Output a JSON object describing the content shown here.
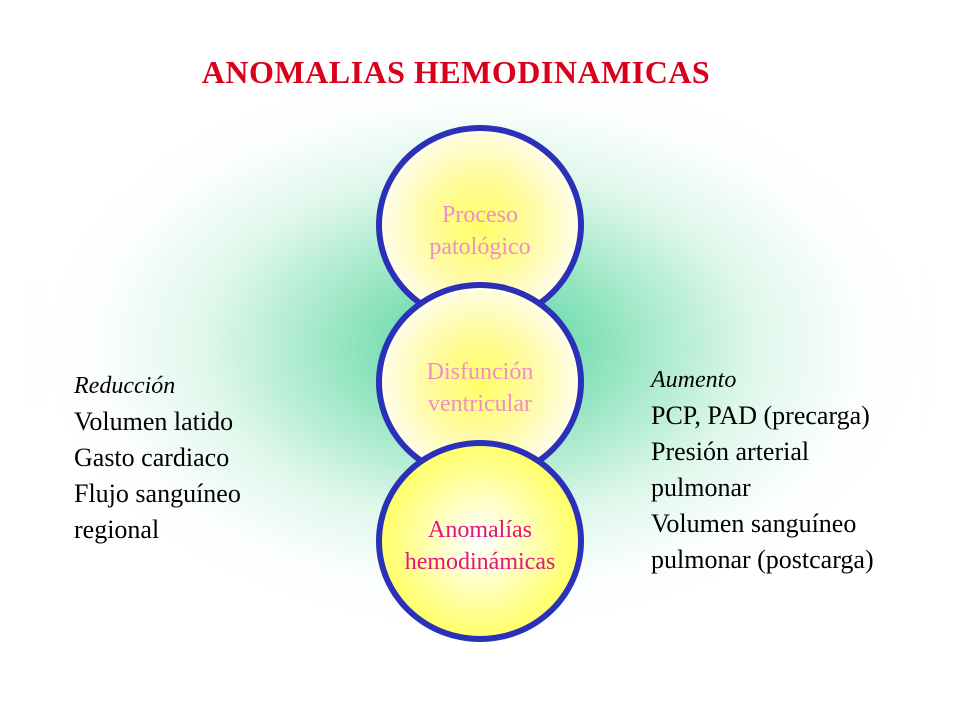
{
  "slide": {
    "title": "ANOMALIAS HEMODINAMICAS",
    "title_color": "#d9001b"
  },
  "circles": [
    {
      "lines": [
        "Proceso",
        "patológico"
      ]
    },
    {
      "lines": [
        "Disfunción",
        "ventricular"
      ]
    },
    {
      "lines": [
        "Anomalías",
        "hemodinámicas"
      ]
    }
  ],
  "left": {
    "heading": "Reducción",
    "lines": [
      "Volumen latido",
      "Gasto cardiaco",
      "Flujo sanguíneo",
      "regional"
    ]
  },
  "right": {
    "heading": "Aumento",
    "lines": [
      "PCP, PAD (precarga)",
      "Presión arterial",
      "pulmonar",
      "Volumen sanguíneo",
      "pulmonar (postcarga)"
    ]
  },
  "colors": {
    "circle_border": "#2a31b8",
    "circle_text_light": "#ef8fc6",
    "circle_text_strong": "#e0157d",
    "glow": "#40d096"
  }
}
